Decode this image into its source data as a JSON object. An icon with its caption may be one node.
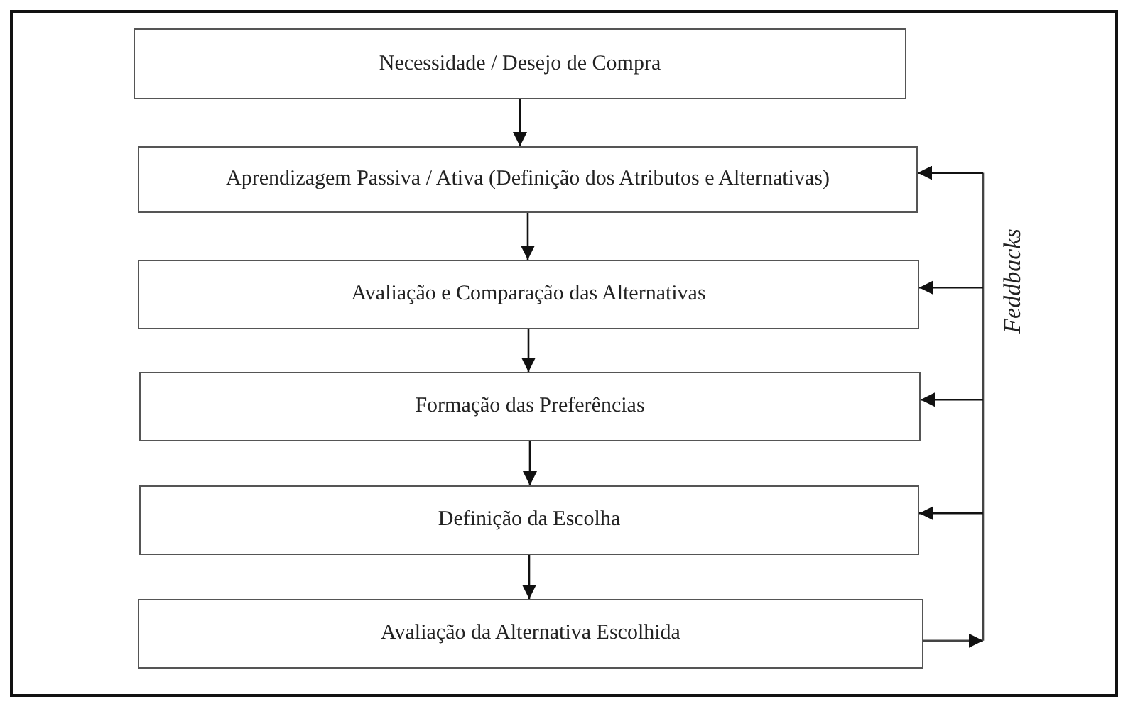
{
  "diagram": {
    "nodes": [
      {
        "text": [
          "Necessidade / Desejo de Compra"
        ]
      },
      {
        "text": [
          "Aprendizagem Passiva / Ativa (Definição dos Atributos e Alternativas)"
        ]
      },
      {
        "text": [
          "Avaliação e Comparação das Alternativas"
        ]
      },
      {
        "text": [
          "Formação das Preferências"
        ]
      },
      {
        "text": [
          "Definição da Escolha"
        ]
      },
      {
        "text": [
          "Avaliação da Alternativa Escolhida"
        ]
      }
    ],
    "edges": [
      {
        "from": 0,
        "to": 1,
        "arrow": "to"
      },
      {
        "from": 1,
        "to": 2,
        "arrow": "to"
      },
      {
        "from": 2,
        "to": 3,
        "arrow": "to"
      },
      {
        "from": 3,
        "to": 4,
        "arrow": "to"
      },
      {
        "from": 4,
        "to": 5,
        "arrow": "to"
      },
      {
        "from": 5,
        "to": 1,
        "arrow": "to"
      },
      {
        "from": 5,
        "to": 2,
        "arrow": "to"
      },
      {
        "from": 5,
        "to": 3,
        "arrow": "to"
      },
      {
        "from": 5,
        "to": 4,
        "arrow": "to"
      }
    ],
    "labels": [
      "Feddbacks"
    ]
  }
}
